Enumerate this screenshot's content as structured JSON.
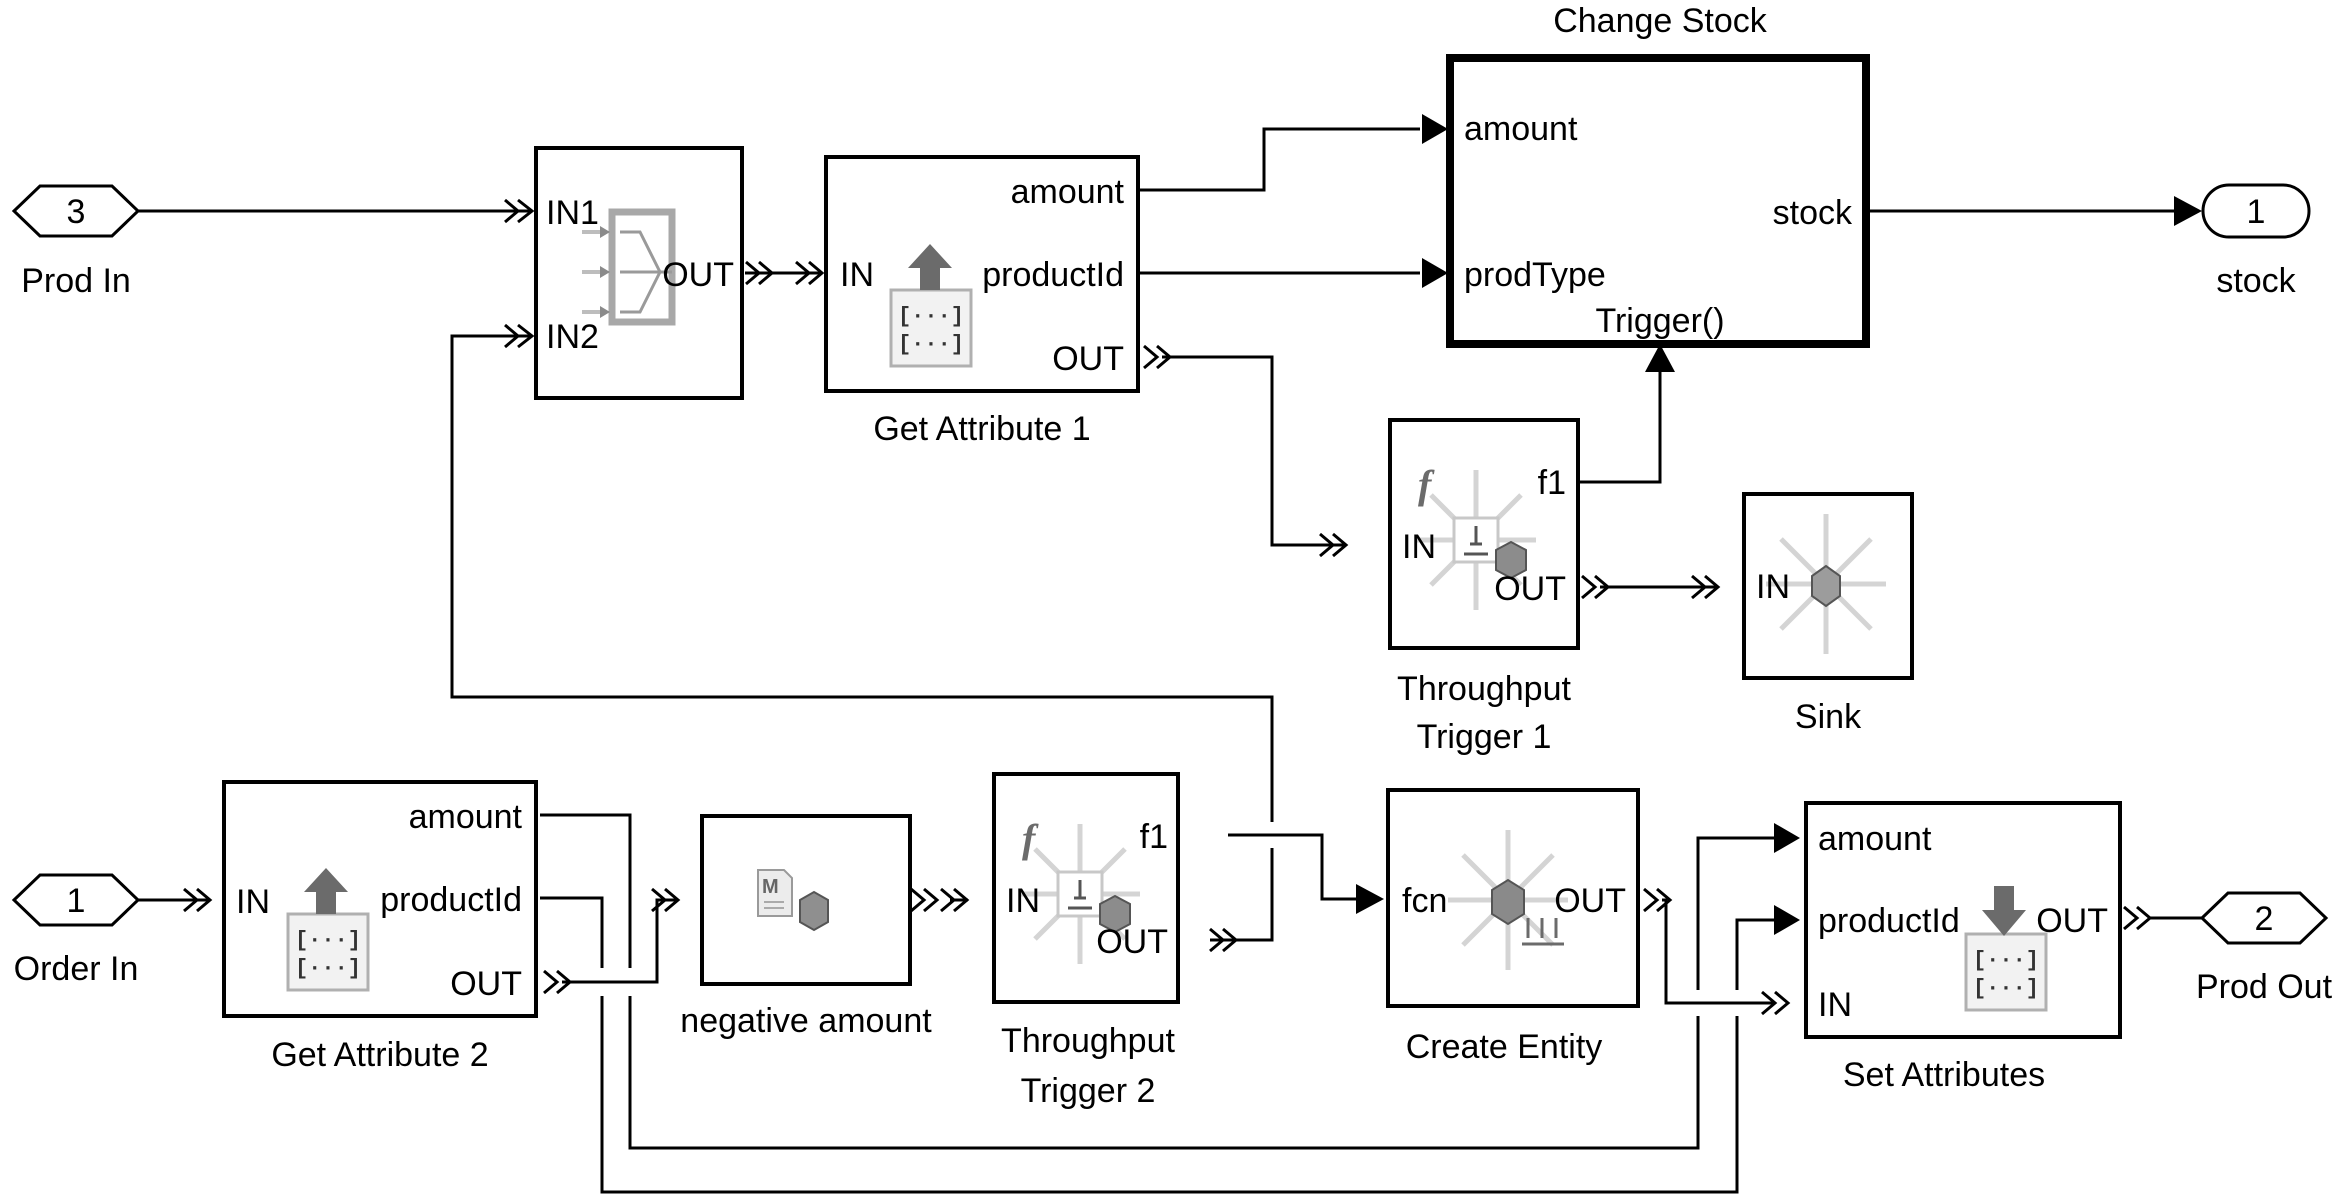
{
  "diagram": {
    "type": "Simulink SimEvents model",
    "ports": {
      "prod_in": {
        "number": "3",
        "label": "Prod In"
      },
      "order_in": {
        "number": "1",
        "label": "Order In"
      },
      "stock_out": {
        "number": "1",
        "label": "stock"
      },
      "prod_out": {
        "number": "2",
        "label": "Prod Out"
      }
    },
    "blocks": {
      "merge": {
        "inputs": [
          "IN1",
          "IN2"
        ],
        "output": "OUT"
      },
      "get_attr_1": {
        "label": "Get Attribute 1",
        "input": "IN",
        "outputs": [
          "amount",
          "productId",
          "OUT"
        ]
      },
      "change_stock": {
        "label": "Change Stock",
        "inputs": [
          "amount",
          "prodType"
        ],
        "output": "stock",
        "trigger": "Trigger()"
      },
      "throughput_1": {
        "label_line1": "Throughput",
        "label_line2": "Trigger 1",
        "input": "IN",
        "outputs": [
          "f1",
          "OUT"
        ]
      },
      "sink": {
        "label": "Sink",
        "input": "IN"
      },
      "get_attr_2": {
        "label": "Get Attribute 2",
        "input": "IN",
        "outputs": [
          "amount",
          "productId",
          "OUT"
        ]
      },
      "negative_amount": {
        "label": "negative amount"
      },
      "throughput_2": {
        "label_line1": "Throughput",
        "label_line2": "Trigger 2",
        "input": "IN",
        "outputs": [
          "f1",
          "OUT"
        ]
      },
      "create_entity": {
        "label": "Create Entity",
        "input": "fcn",
        "output": "OUT"
      },
      "set_attrs": {
        "label": "Set Attributes",
        "inputs": [
          "amount",
          "productId",
          "IN"
        ],
        "output": "OUT"
      }
    }
  }
}
